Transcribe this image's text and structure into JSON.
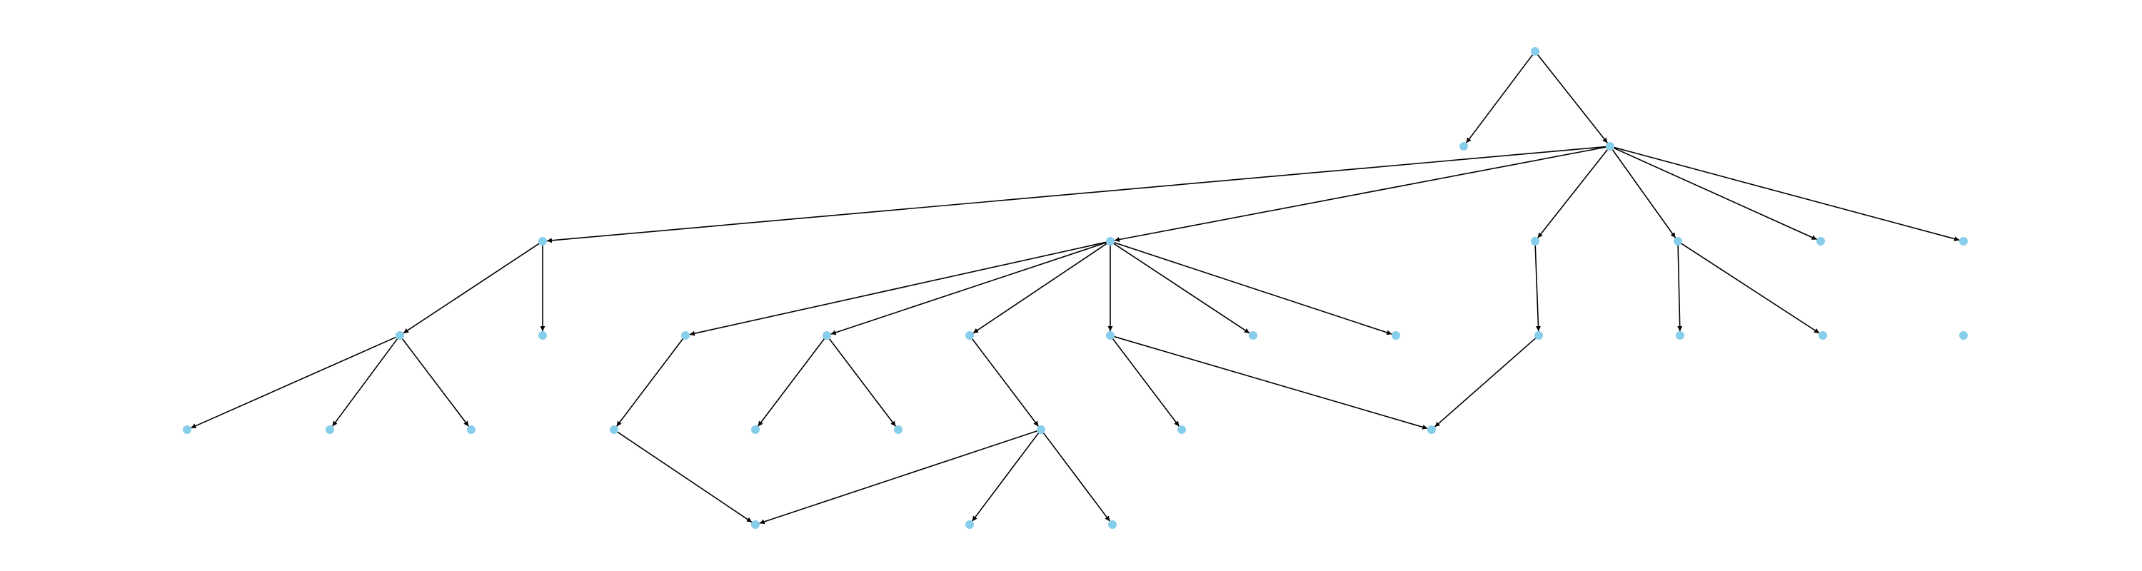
{
  "diagram": {
    "type": "directed-tree",
    "node_color": "#87CEEB",
    "edge_color": "#000000",
    "nodes": [
      {
        "id": "root",
        "label": "",
        "depth": 0,
        "col": 0
      },
      {
        "id": "n1",
        "label": "",
        "depth": 1,
        "col": 0
      },
      {
        "id": "n2",
        "label": "",
        "depth": 1,
        "col": 1
      },
      {
        "id": "n3",
        "label": "",
        "depth": 2,
        "col": 0
      },
      {
        "id": "n4",
        "label": "",
        "depth": 2,
        "col": 1
      },
      {
        "id": "n5",
        "label": "",
        "depth": 2,
        "col": 2
      },
      {
        "id": "n6",
        "label": "",
        "depth": 2,
        "col": 3
      },
      {
        "id": "n7",
        "label": "",
        "depth": 2,
        "col": 4
      },
      {
        "id": "n8",
        "label": "",
        "depth": 2,
        "col": 5
      },
      {
        "id": "n9",
        "label": "",
        "depth": 3,
        "col": 0
      },
      {
        "id": "n10",
        "label": "",
        "depth": 3,
        "col": 1
      },
      {
        "id": "n11",
        "label": "",
        "depth": 3,
        "col": 2
      },
      {
        "id": "n12",
        "label": "",
        "depth": 3,
        "col": 3
      },
      {
        "id": "n13",
        "label": "",
        "depth": 3,
        "col": 4
      },
      {
        "id": "n14",
        "label": "",
        "depth": 3,
        "col": 5
      },
      {
        "id": "n15",
        "label": "",
        "depth": 3,
        "col": 6
      },
      {
        "id": "n16",
        "label": "",
        "depth": 3,
        "col": 7
      },
      {
        "id": "n17",
        "label": "",
        "depth": 3,
        "col": 8
      },
      {
        "id": "n18",
        "label": "",
        "depth": 3,
        "col": 9
      },
      {
        "id": "n19",
        "label": "",
        "depth": 3,
        "col": 10
      },
      {
        "id": "n20",
        "label": "",
        "depth": 3,
        "col": 11
      },
      {
        "id": "n21",
        "label": "",
        "depth": 4,
        "col": 0
      },
      {
        "id": "n22",
        "label": "",
        "depth": 4,
        "col": 1
      },
      {
        "id": "n23",
        "label": "",
        "depth": 4,
        "col": 2
      },
      {
        "id": "n24",
        "label": "",
        "depth": 4,
        "col": 3
      },
      {
        "id": "n25",
        "label": "",
        "depth": 4,
        "col": 4
      },
      {
        "id": "n26",
        "label": "",
        "depth": 4,
        "col": 5
      },
      {
        "id": "n27",
        "label": "",
        "depth": 4,
        "col": 6
      },
      {
        "id": "n28",
        "label": "",
        "depth": 4,
        "col": 7
      },
      {
        "id": "n29",
        "label": "",
        "depth": 4,
        "col": 8
      },
      {
        "id": "n30",
        "label": "",
        "depth": 5,
        "col": 0
      },
      {
        "id": "n31",
        "label": "",
        "depth": 5,
        "col": 1
      },
      {
        "id": "n32",
        "label": "",
        "depth": 5,
        "col": 2
      }
    ],
    "edges": [
      [
        "root",
        "n1"
      ],
      [
        "root",
        "n2"
      ],
      [
        "n2",
        "n3"
      ],
      [
        "n2",
        "n4"
      ],
      [
        "n2",
        "n5"
      ],
      [
        "n2",
        "n6"
      ],
      [
        "n2",
        "n7"
      ],
      [
        "n2",
        "n8"
      ],
      [
        "n3",
        "n9"
      ],
      [
        "n3",
        "n10"
      ],
      [
        "n4",
        "n11"
      ],
      [
        "n4",
        "n12"
      ],
      [
        "n4",
        "n13"
      ],
      [
        "n4",
        "n14"
      ],
      [
        "n4",
        "n15"
      ],
      [
        "n4",
        "n16"
      ],
      [
        "n5",
        "n17"
      ],
      [
        "n6",
        "n18"
      ],
      [
        "n6",
        "n19"
      ],
      [
        "n9",
        "n21"
      ],
      [
        "n9",
        "n22"
      ],
      [
        "n9",
        "n23"
      ],
      [
        "n11",
        "n24"
      ],
      [
        "n12",
        "n25"
      ],
      [
        "n12",
        "n26"
      ],
      [
        "n13",
        "n27"
      ],
      [
        "n14",
        "n28"
      ],
      [
        "n14",
        "n29"
      ],
      [
        "n17",
        "n29"
      ],
      [
        "n24",
        "n30"
      ],
      [
        "n27",
        "n30"
      ],
      [
        "n27",
        "n31"
      ],
      [
        "n27",
        "n32"
      ]
    ]
  }
}
